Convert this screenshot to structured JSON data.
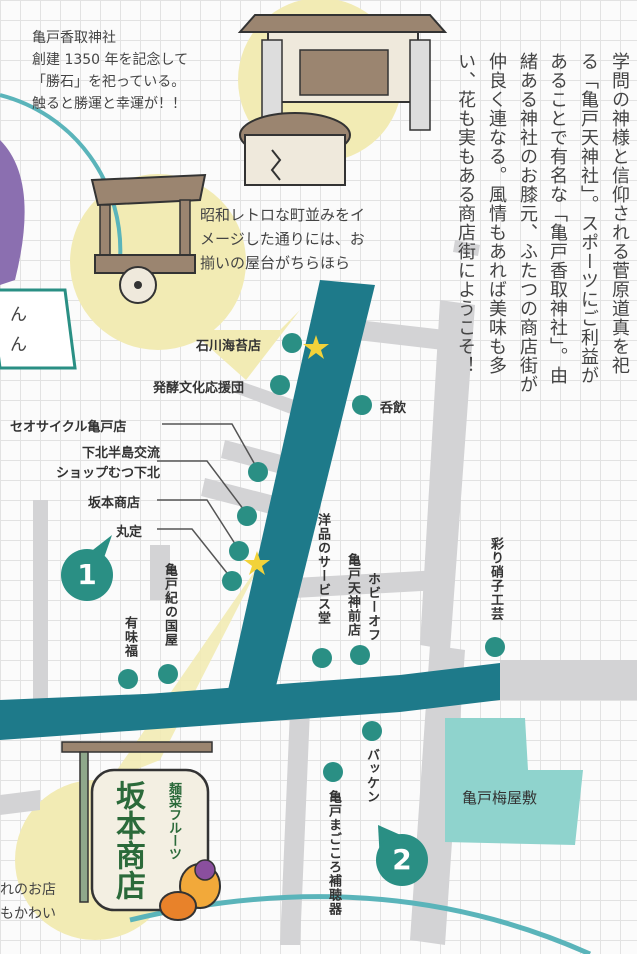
{
  "notes": {
    "shrine_note": [
      "亀戸香取神社",
      "創建 1350 年を記念して",
      "「勝石」を祀っている。",
      "触ると勝運と幸運が！！"
    ],
    "yatai_note": [
      "昭和レトロな町並みをイ",
      "メージした通りには、お",
      "揃いの屋台がちらほら"
    ],
    "left_bubble": [
      "ん",
      "ん"
    ],
    "bottom_note": [
      "れのお店",
      "もかわい"
    ]
  },
  "intro_columns": [
    "学問の神様と信仰される菅原道真を祀",
    "る「亀戸天神社」。スポーツにご利益が",
    "あることで有名な「亀戸香取神社」。由",
    "緒ある神社のお膝元、ふたつの商店街が",
    "仲良く連なる。風情もあれば美味も多",
    "い、花も実もある商店街にようこそ！"
  ],
  "shops": {
    "ishikawa": "石川海苔店",
    "hakko": "発酵文化応援団",
    "donin": "呑飲",
    "seo": "セオサイクル亀戸店",
    "shimokita_1": "下北半島交流",
    "shimokita_2": "ショップむつ下北",
    "sakamoto": "坂本商店",
    "marusada": "丸定",
    "kinokuniya": "亀戸紀の国屋",
    "umifuku": "有味福",
    "yohin": "洋品のサービス堂",
    "tenjinmae": "亀戸天神前店",
    "hobby": "ホビーオフ",
    "irodori": "彩り硝子工芸",
    "bakken": "バッケン",
    "magokoro": "亀戸まごころ補聴器",
    "umeyashiki": "亀戸梅屋敷"
  },
  "markers": {
    "one": "1",
    "two": "2"
  },
  "sign": {
    "small": "麺菜フルーツ",
    "big": "坂本商店"
  },
  "colors": {
    "street": "#1e7a8a",
    "road": "#d3d3d5",
    "dot": "#2a8f84",
    "marker": "#2a8f84",
    "callout": "#f2ebb4",
    "park": "#8fd3cd",
    "star": "#f2d23a"
  }
}
